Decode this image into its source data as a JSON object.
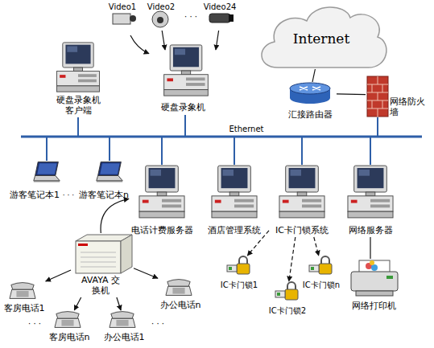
{
  "diagram": {
    "nodes": [
      {
        "text": [
          "Video1"
        ]
      },
      {
        "text": [
          "Video2"
        ]
      },
      {
        "text": [
          "Video24"
        ]
      },
      {
        "text": [
          "硬盘录象机 客户端"
        ]
      },
      {
        "text": [
          "硬盘录象机"
        ]
      },
      {
        "text": [
          "Internet"
        ]
      },
      {
        "text": [
          "汇接路由器"
        ]
      },
      {
        "text": [
          "网络防火墙"
        ]
      },
      {
        "text": [
          "Ethernet"
        ]
      },
      {
        "text": [
          "游客笔记本1"
        ]
      },
      {
        "text": [
          "游客笔记本n"
        ]
      },
      {
        "text": [
          "电话计费服务器"
        ]
      },
      {
        "text": [
          "酒店管理系统"
        ]
      },
      {
        "text": [
          "IC卡门锁系统"
        ]
      },
      {
        "text": [
          "网络服务器"
        ]
      },
      {
        "text": [
          "AVAYA 交换机"
        ]
      },
      {
        "text": [
          "客房电话1"
        ]
      },
      {
        "text": [
          "客房电话n"
        ]
      },
      {
        "text": [
          "办公电话1"
        ]
      },
      {
        "text": [
          "办公电话n"
        ]
      },
      {
        "text": [
          "IC卡门锁1"
        ]
      },
      {
        "text": [
          "IC卡门锁2"
        ]
      },
      {
        "text": [
          "IC卡门锁n"
        ]
      },
      {
        "text": [
          "网络打印机"
        ]
      }
    ],
    "edges": [
      {
        "from": 0,
        "to": 4,
        "arrow": "to"
      },
      {
        "from": 1,
        "to": 4,
        "arrow": "to"
      },
      {
        "from": 2,
        "to": 4,
        "arrow": "to"
      },
      {
        "from": 3,
        "to": 8,
        "arrow": "none"
      },
      {
        "from": 4,
        "to": 8,
        "arrow": "none"
      },
      {
        "from": 5,
        "to": 6,
        "arrow": "none"
      },
      {
        "from": 6,
        "to": 7,
        "arrow": "none"
      },
      {
        "from": 7,
        "to": 8,
        "arrow": "none"
      },
      {
        "from": 9,
        "to": 8,
        "arrow": "none"
      },
      {
        "from": 10,
        "to": 8,
        "arrow": "none"
      },
      {
        "from": 11,
        "to": 8,
        "arrow": "none"
      },
      {
        "from": 12,
        "to": 8,
        "arrow": "none"
      },
      {
        "from": 13,
        "to": 8,
        "arrow": "none"
      },
      {
        "from": 14,
        "to": 8,
        "arrow": "none"
      },
      {
        "from": 15,
        "to": 11,
        "arrow": "to"
      },
      {
        "from": 15,
        "to": 16,
        "arrow": "to"
      },
      {
        "from": 15,
        "to": 17,
        "arrow": "to"
      },
      {
        "from": 15,
        "to": 18,
        "arrow": "to"
      },
      {
        "from": 15,
        "to": 19,
        "arrow": "to"
      },
      {
        "from": 13,
        "to": 20,
        "arrow": "to"
      },
      {
        "from": 13,
        "to": 21,
        "arrow": "to"
      },
      {
        "from": 13,
        "to": 22,
        "arrow": "to"
      },
      {
        "from": 14,
        "to": 23,
        "arrow": "none"
      }
    ],
    "labels": [
      "· · ·",
      "· · ·",
      "· · ·",
      "· · ·"
    ]
  }
}
